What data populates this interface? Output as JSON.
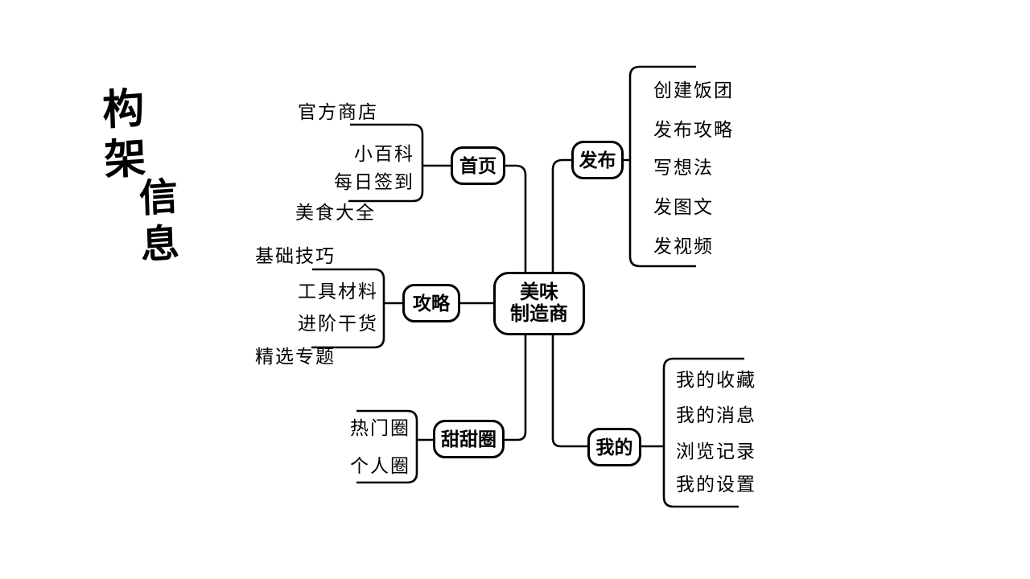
{
  "title": {
    "top": "构架",
    "bottom": "信息"
  },
  "center_node": {
    "line1": "美味",
    "line2": "制造商"
  },
  "branches": [
    {
      "label": "首页",
      "children": [
        "官方商店",
        "小百科",
        "每日签到",
        "美食大全"
      ]
    },
    {
      "label": "攻略",
      "children": [
        "基础技巧",
        "工具材料",
        "进阶干货",
        "精选专题"
      ]
    },
    {
      "label": "甜甜圈",
      "children": [
        "热门圈",
        "个人圈"
      ]
    },
    {
      "label": "发布",
      "children": [
        "创建饭团",
        "发布攻略",
        "写想法",
        "发图文",
        "发视频"
      ]
    },
    {
      "label": "我的",
      "children": [
        "我的收藏",
        "我的消息",
        "浏览记录",
        "我的设置"
      ]
    }
  ],
  "colors": {
    "line": "#000000",
    "text": "#000000",
    "background": "#ffffff"
  }
}
